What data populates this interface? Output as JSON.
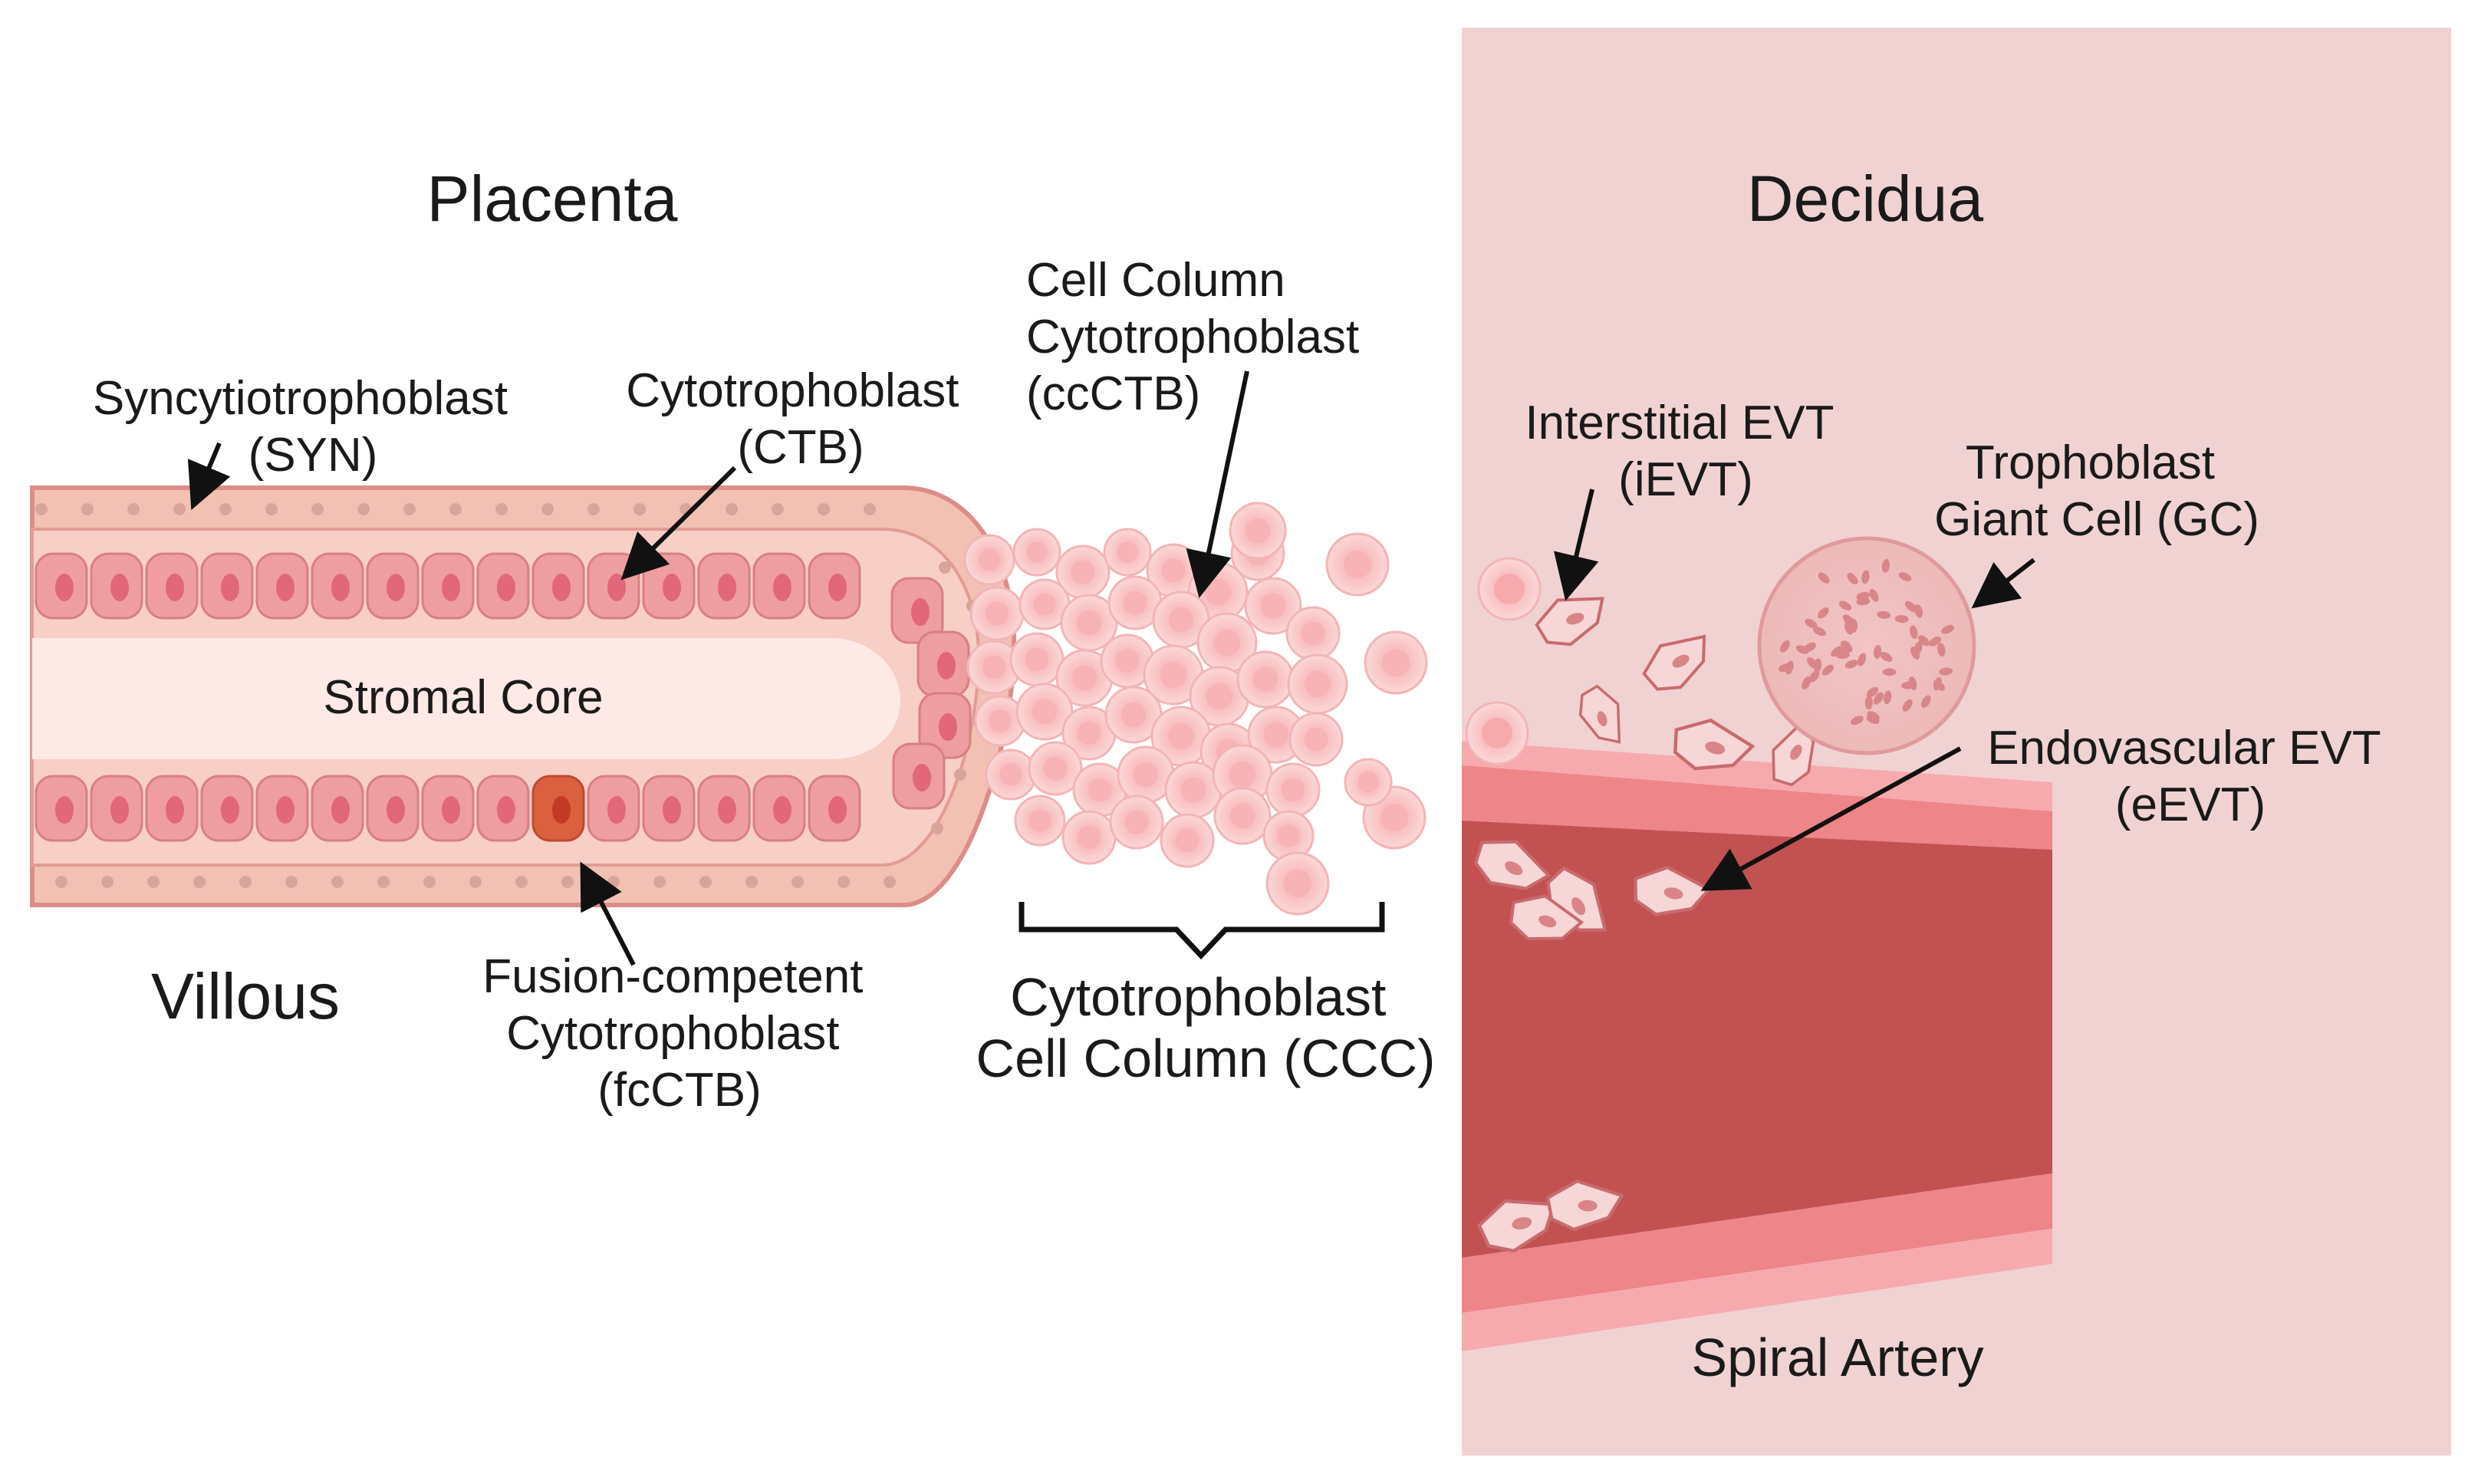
{
  "regions": {
    "placenta": "Placenta",
    "decidua": "Decidua",
    "villous": "Villous"
  },
  "labels": {
    "syn": [
      "Syncytiotrophoblast",
      "(SYN)"
    ],
    "ctb": [
      "Cytotrophoblast",
      "(CTB)"
    ],
    "stromal_core": "Stromal Core",
    "fcctb": [
      "Fusion-competent",
      "Cytotrophoblast",
      "(fcCTB)"
    ],
    "ccctb": [
      "Cell Column",
      "Cytotrophoblast",
      "(ccCTB)"
    ],
    "ccc": [
      "Cytotrophoblast",
      "Cell Column (CCC)"
    ],
    "ievt": [
      "Interstitial EVT",
      "(iEVT)"
    ],
    "gc": [
      "Trophoblast",
      "Giant Cell (GC)"
    ],
    "eevt": [
      "Endovascular EVT",
      "(eEVT)"
    ],
    "spiral_artery": "Spiral Artery"
  },
  "colors": {
    "decidua_bg": "#f1d2d2",
    "syncytium": "#f2c1b4",
    "ctb_cell": "#ee9ea0",
    "ctb_nucleus": "#e2677a",
    "fusion_cell": "#da6040",
    "stroma": "#fde9e6",
    "artery_lumen": "#c25152",
    "artery_wall": "#ee8589",
    "column_cell": "#f8c7c8"
  }
}
